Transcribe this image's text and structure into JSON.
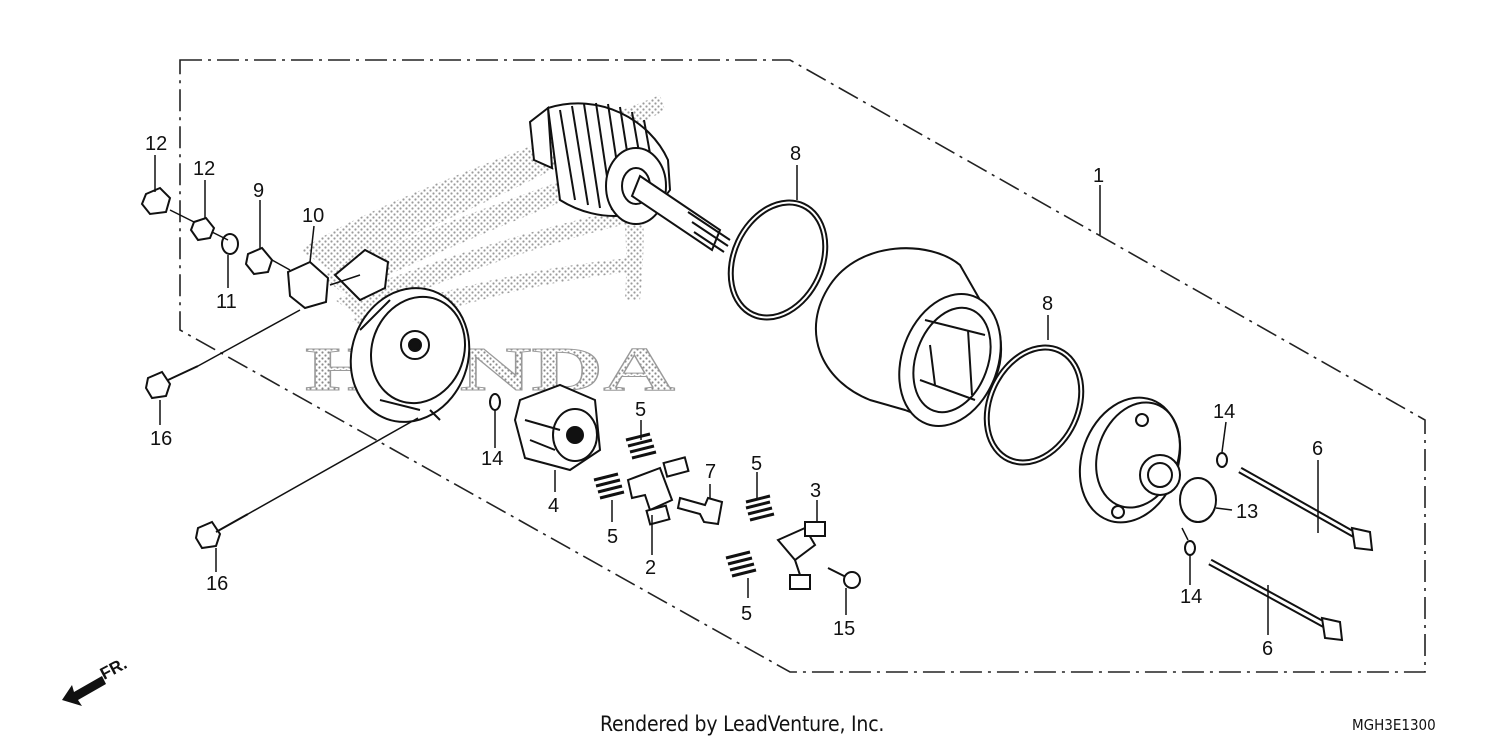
{
  "watermark": "HONDA",
  "direction_label": "FR.",
  "footer": {
    "rendered_by": "Rendered by LeadVenture, Inc.",
    "diagram_code": "MGH3E1300"
  },
  "callouts": {
    "c1": "1",
    "c2": "2",
    "c3": "3",
    "c4": "4",
    "c5a": "5",
    "c5b": "5",
    "c5c": "5",
    "c5d": "5",
    "c6a": "6",
    "c6b": "6",
    "c7": "7",
    "c8a": "8",
    "c8b": "8",
    "c9": "9",
    "c10": "10",
    "c11": "11",
    "c12a": "12",
    "c12b": "12",
    "c13": "13",
    "c14a": "14",
    "c14b": "14",
    "c14c": "14",
    "c15": "15",
    "c16a": "16",
    "c16b": "16"
  }
}
